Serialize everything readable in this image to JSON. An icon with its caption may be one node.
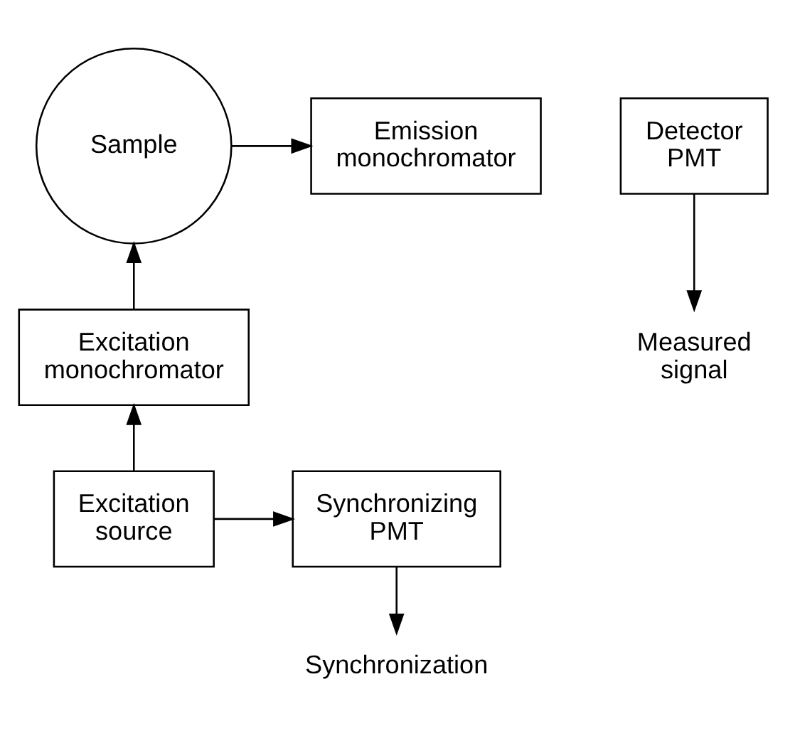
{
  "diagram": {
    "nodes": [
      {
        "text": [
          "Sample"
        ]
      },
      {
        "text": [
          "Emission monochromator"
        ]
      },
      {
        "text": [
          "Detector PMT"
        ]
      },
      {
        "text": [
          "Measured signal"
        ]
      },
      {
        "text": [
          "Excitation monochromator"
        ]
      },
      {
        "text": [
          "Excitation source"
        ]
      },
      {
        "text": [
          "Synchronizing PMT"
        ]
      },
      {
        "text": [
          "Synchronization"
        ]
      }
    ],
    "edges": [
      {
        "from": 5,
        "to": 4,
        "arrow": "to"
      },
      {
        "from": 4,
        "to": 0,
        "arrow": "to"
      },
      {
        "from": 0,
        "to": 1,
        "arrow": "to"
      },
      {
        "from": 2,
        "to": 3,
        "arrow": "to"
      },
      {
        "from": 5,
        "to": 6,
        "arrow": "to"
      },
      {
        "from": 6,
        "to": 7,
        "arrow": "to"
      }
    ]
  }
}
